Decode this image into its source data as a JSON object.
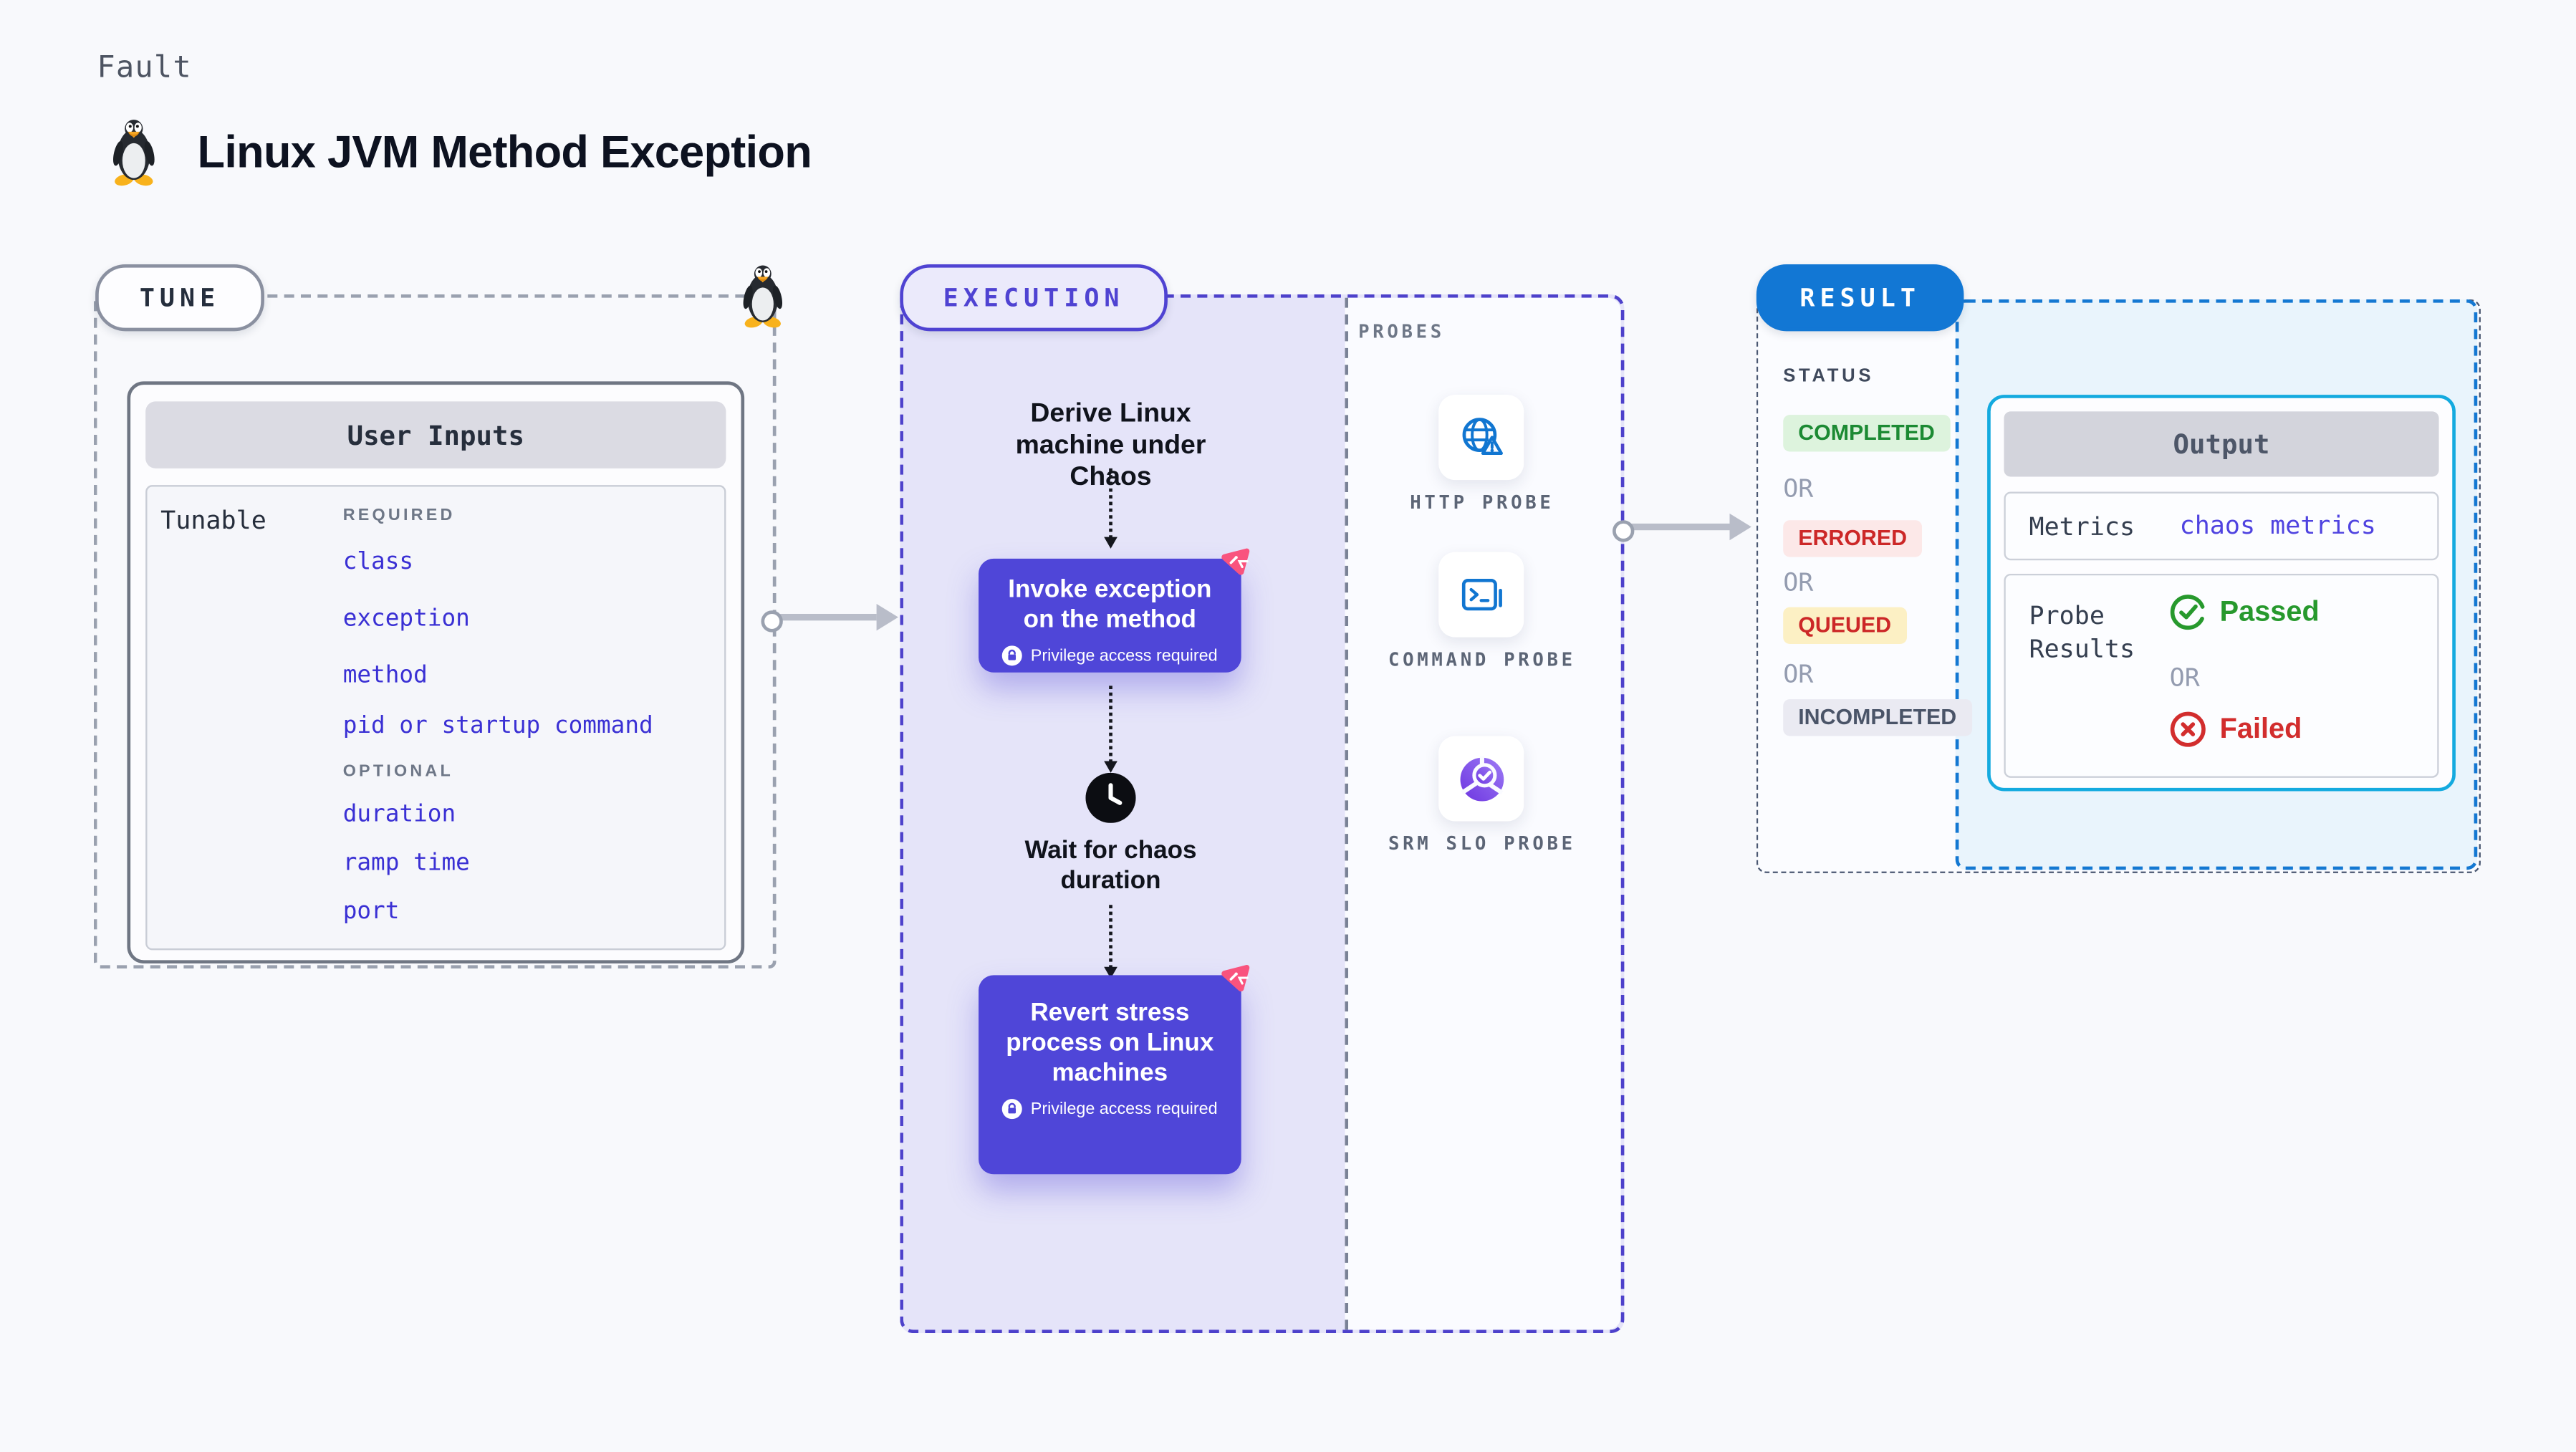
{
  "header": {
    "eyebrow": "Fault",
    "title": "Linux JVM Method Exception",
    "icon": "tux-penguin-icon"
  },
  "tune": {
    "label": "TUNE",
    "card": {
      "title": "User Inputs",
      "row_label": "Tunable",
      "required_label": "REQUIRED",
      "required_items": [
        "class",
        "exception",
        "method",
        "pid or startup command"
      ],
      "optional_label": "OPTIONAL",
      "optional_items": [
        "duration",
        "ramp time",
        "port"
      ]
    }
  },
  "execution": {
    "label": "EXECUTION",
    "flow": {
      "step1": "Derive Linux machine under Chaos",
      "invoke": {
        "title": "Invoke exception on the method",
        "badge": "Privilege access required"
      },
      "wait": "Wait for chaos duration",
      "revert": {
        "title": "Revert stress process on Linux machines",
        "badge": "Privilege access required"
      }
    },
    "probes": {
      "label": "PROBES",
      "items": [
        {
          "label": "HTTP PROBE",
          "icon": "globe-alert-icon"
        },
        {
          "label": "COMMAND PROBE",
          "icon": "terminal-icon"
        },
        {
          "label": "SRM SLO PROBE",
          "icon": "slo-donut-check-icon"
        }
      ]
    }
  },
  "result": {
    "label": "RESULT",
    "status": {
      "label": "STATUS",
      "or": "OR",
      "items": [
        {
          "label": "COMPLETED",
          "type": "completed"
        },
        {
          "label": "ERRORED",
          "type": "errored"
        },
        {
          "label": "QUEUED",
          "type": "queued"
        },
        {
          "label": "INCOMPLETED",
          "type": "incompleted"
        }
      ]
    },
    "output": {
      "title": "Output",
      "metrics_label": "Metrics",
      "metrics_value": "chaos metrics",
      "probe_results_label": "Probe Results",
      "passed_label": "Passed",
      "or_label": "OR",
      "failed_label": "Failed"
    }
  },
  "colors": {
    "background": "#f8f9fc",
    "indigo_accent": "#4f46d8",
    "execution_fill": "#e5e4f9",
    "pink_chaos": "#f9537e",
    "result_pill_blue": "#1277d4",
    "result_fill": "#e9f4fc",
    "output_border_cyan": "#14aadf",
    "link_indigo": "#3a30d4",
    "passed_green": "#27992d",
    "failed_red": "#d22d2d",
    "completed_green": "#1c8a33",
    "errored_red": "#cc2727",
    "queued_yellow_bg": "#fcf0c4",
    "probe_icon_blue": "#1176d1",
    "slo_purple": "#7c4fe8"
  }
}
